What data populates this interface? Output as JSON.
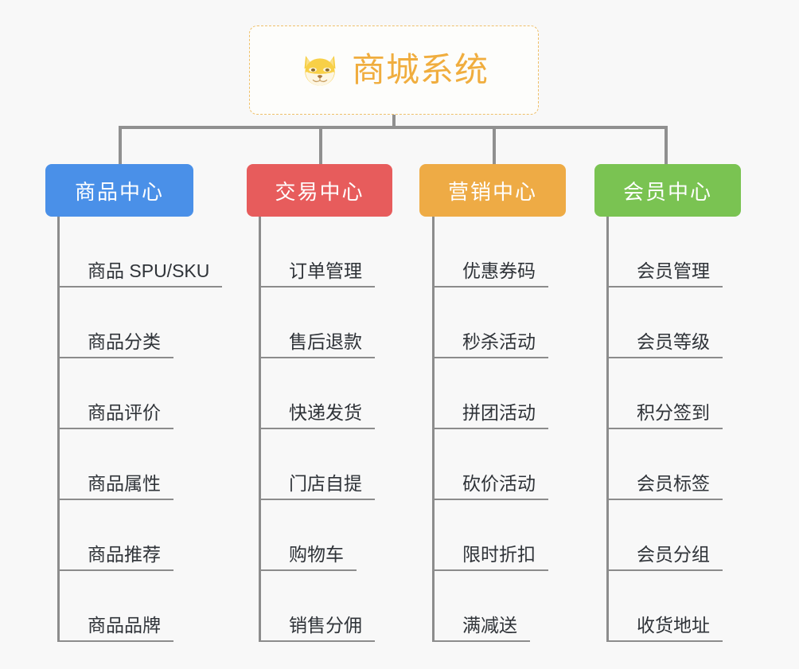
{
  "background_color": "#f8f8f8",
  "root": {
    "title": "商城系统",
    "icon": "shiba-dog-icon",
    "text_color": "#f0ad3e",
    "border_color": "#efc06a"
  },
  "connector_color": "#909090",
  "branches": [
    {
      "label": "商品中心",
      "color": "#4a90e8",
      "items": [
        "商品 SPU/SKU",
        "商品分类",
        "商品评价",
        "商品属性",
        "商品推荐",
        "商品品牌"
      ]
    },
    {
      "label": "交易中心",
      "color": "#e75c5c",
      "items": [
        "订单管理",
        "售后退款",
        "快递发货",
        "门店自提",
        "购物车",
        "销售分佣"
      ]
    },
    {
      "label": "营销中心",
      "color": "#eeab45",
      "items": [
        "优惠券码",
        "秒杀活动",
        "拼团活动",
        "砍价活动",
        "限时折扣",
        "满减送"
      ]
    },
    {
      "label": "会员中心",
      "color": "#7ac352",
      "items": [
        "会员管理",
        "会员等级",
        "积分签到",
        "会员标签",
        "会员分组",
        "收货地址"
      ]
    }
  ]
}
